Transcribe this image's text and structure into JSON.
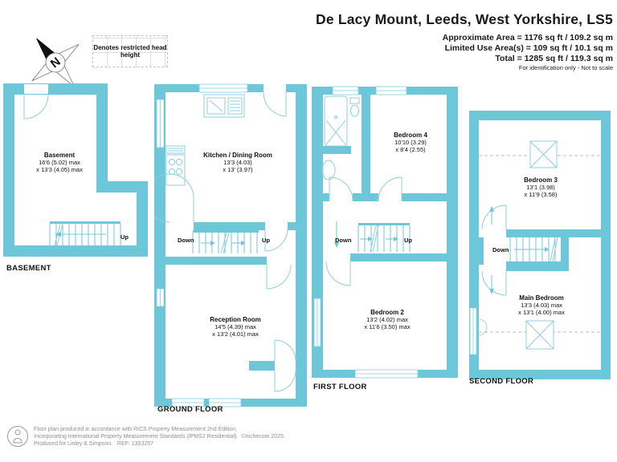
{
  "header": {
    "title": "De Lacy Mount, Leeds, West Yorkshire, LS5",
    "area_line1": "Approximate Area = 1176 sq ft / 109.2 sq m",
    "area_line2": "Limited Use Area(s) = 109 sq ft / 10.1 sq m",
    "area_line3": "Total = 1285 sq ft / 119.3 sq m",
    "disclaimer": "For identification only - Not to scale"
  },
  "legend": {
    "label": "Denotes restricted head height"
  },
  "compass": {
    "label": "N"
  },
  "floors": {
    "basement": {
      "floor_label": "BASEMENT",
      "rooms": [
        {
          "name": "Basement",
          "dim1": "16'6 (5.02) max",
          "dim2": "x 13'3 (4.05) max"
        }
      ],
      "stairs": {
        "up_label": "Up"
      }
    },
    "ground": {
      "floor_label": "GROUND FLOOR",
      "rooms": [
        {
          "name": "Kitchen / Dining Room",
          "dim1": "13'3 (4.03)",
          "dim2": "x 13' (3.97)"
        },
        {
          "name": "Reception Room",
          "dim1": "14'5 (4.39) max",
          "dim2": "x 13'2 (4.01) max"
        }
      ],
      "stairs": {
        "down_label": "Down",
        "up_label": "Up"
      }
    },
    "first": {
      "floor_label": "FIRST FLOOR",
      "rooms": [
        {
          "name": "Bedroom 4",
          "dim1": "10'10 (3.29)",
          "dim2": "x 8'4 (2.55)"
        },
        {
          "name": "Bedroom 2",
          "dim1": "13'2 (4.02) max",
          "dim2": "x 11'6 (3.50) max"
        }
      ],
      "stairs": {
        "down_label": "Down",
        "up_label": "Up"
      }
    },
    "second": {
      "floor_label": "SECOND FLOOR",
      "rooms": [
        {
          "name": "Bedroom 3",
          "dim1": "13'1 (3.98)",
          "dim2": "x 11'9 (3.58)"
        },
        {
          "name": "Main Bedroom",
          "dim1": "13'3 (4.03) max",
          "dim2": "x 13'1 (4.00) max"
        }
      ],
      "stairs": {
        "down_label": "Down"
      }
    }
  },
  "footer": {
    "line1": "Floor plan produced in accordance with RICS Property Measurement 2nd Edition,",
    "line2": "Incorporating International Property Measurement Standards (IPMS2 Residential).  ©nichecom 2025.",
    "line3": "Produced for Linley & Simpson.   REF: 1353257"
  },
  "colors": {
    "wall": "#6ec7d9",
    "fixture": "#8ccfdd",
    "text": "#111111",
    "muted": "#8f8f8f"
  }
}
